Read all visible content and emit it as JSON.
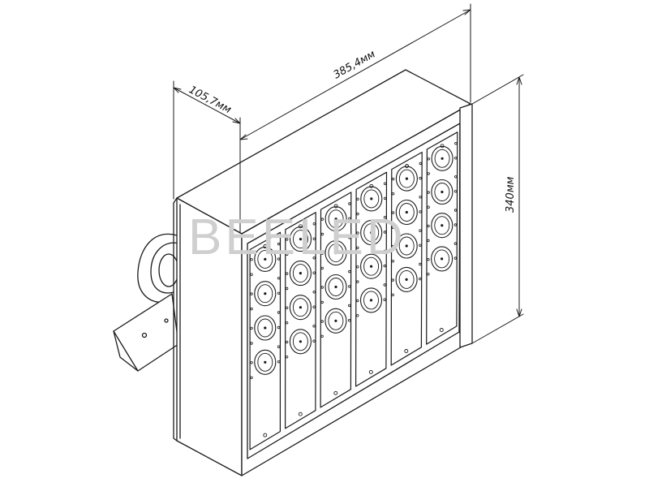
{
  "drawing": {
    "dimensions": {
      "length": "385,4мм",
      "depth": "105,7мм",
      "height": "340мм"
    },
    "watermark": "BEELED",
    "module_counts": [
      4,
      4,
      4,
      4,
      4,
      4
    ],
    "colors": {
      "line": "#1a1a1a",
      "fill": "#ffffff",
      "watermark": "#cfcfcf"
    }
  }
}
